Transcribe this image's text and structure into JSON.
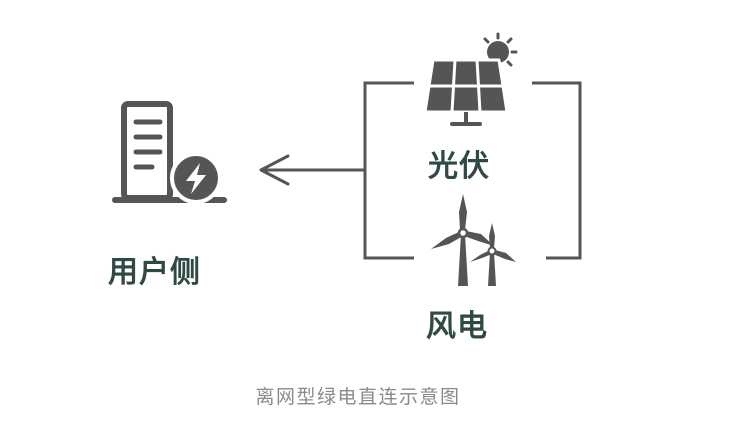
{
  "labels": {
    "user_side": "用户侧",
    "solar": "光伏",
    "wind": "风电"
  },
  "caption": "离网型绿电直连示意图",
  "icons": {
    "building": "building-with-power-icon",
    "solar": "solar-panel-with-sun-icon",
    "wind": "wind-turbines-icon",
    "arrow": "left-arrow"
  },
  "colors": {
    "icon": "#555555",
    "label": "#2f4a45",
    "caption": "#8a8a8a",
    "background": "#ffffff"
  }
}
